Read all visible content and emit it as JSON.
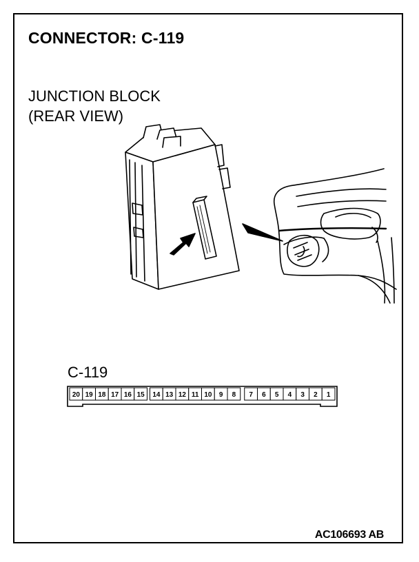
{
  "title": "CONNECTOR: C-119",
  "caption": {
    "line1": "JUNCTION BLOCK",
    "line2": "(REAR VIEW)"
  },
  "connector": {
    "label": "C-119",
    "pins": [
      "20",
      "19",
      "18",
      "17",
      "16",
      "15",
      "14",
      "13",
      "12",
      "11",
      "10",
      "9",
      "8",
      "7",
      "6",
      "5",
      "4",
      "3",
      "2",
      "1"
    ]
  },
  "reference_code": "AC106693 AB"
}
